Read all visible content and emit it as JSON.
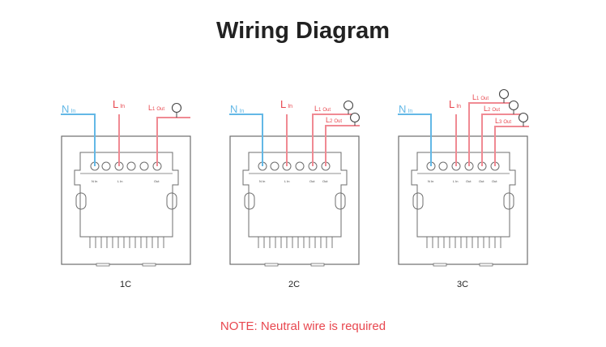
{
  "title": "Wiring Diagram",
  "note": "NOTE: Neutral wire is required",
  "colors": {
    "neutral": "#63b8e6",
    "live": "#f08a93",
    "frame": "#6d6d6d",
    "text": "#222222"
  },
  "diagrams": [
    {
      "caption": "1C",
      "n_label": {
        "main": "N",
        "sub": "In"
      },
      "l_label": {
        "main": "L",
        "sub": "In"
      },
      "outputs": [
        {
          "main": "L",
          "idx": "1",
          "sub": "Out"
        }
      ]
    },
    {
      "caption": "2C",
      "n_label": {
        "main": "N",
        "sub": "In"
      },
      "l_label": {
        "main": "L",
        "sub": "In"
      },
      "outputs": [
        {
          "main": "L",
          "idx": "1",
          "sub": "Out"
        },
        {
          "main": "L",
          "idx": "2",
          "sub": "Out"
        }
      ]
    },
    {
      "caption": "3C",
      "n_label": {
        "main": "N",
        "sub": "In"
      },
      "l_label": {
        "main": "L",
        "sub": "In"
      },
      "outputs": [
        {
          "main": "L",
          "idx": "1",
          "sub": "Out"
        },
        {
          "main": "L",
          "idx": "2",
          "sub": "Out"
        },
        {
          "main": "L",
          "idx": "3",
          "sub": "Out"
        }
      ]
    }
  ]
}
